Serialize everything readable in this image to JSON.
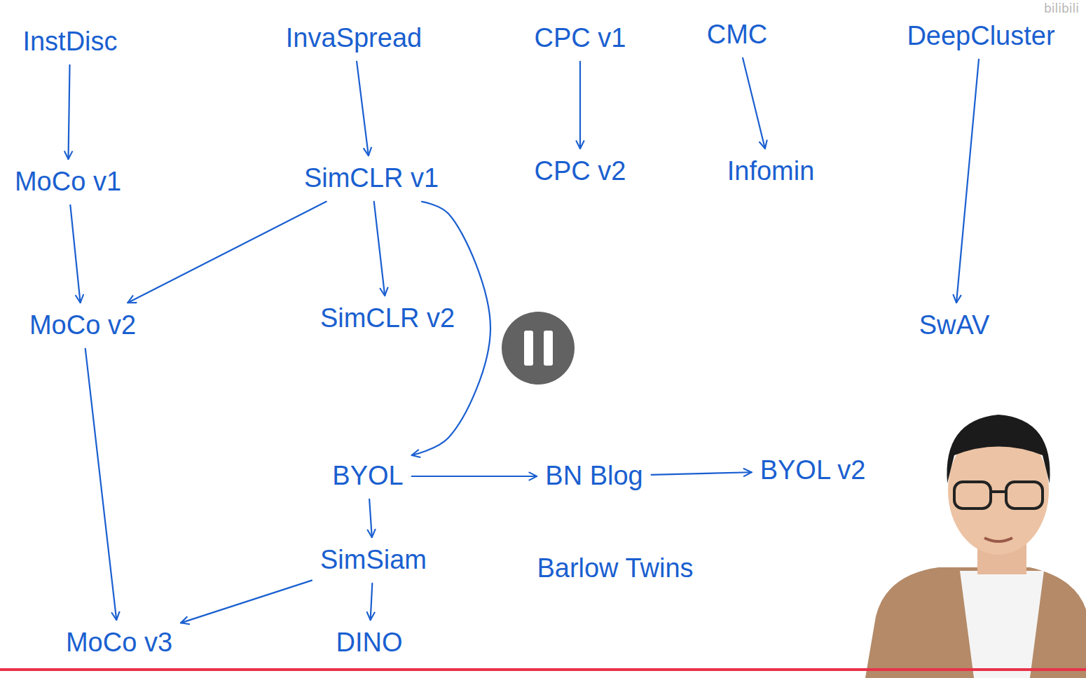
{
  "diagram": {
    "nodes": [
      {
        "text": [
          "InstDisc"
        ]
      },
      {
        "text": [
          "InvaSpread"
        ]
      },
      {
        "text": [
          "CPC v1"
        ]
      },
      {
        "text": [
          "CMC"
        ]
      },
      {
        "text": [
          "DeepCluster"
        ]
      },
      {
        "text": [
          "MoCo v1"
        ]
      },
      {
        "text": [
          "SimCLR v1"
        ]
      },
      {
        "text": [
          "CPC v2"
        ]
      },
      {
        "text": [
          "Infomin"
        ]
      },
      {
        "text": [
          "MoCo v2"
        ]
      },
      {
        "text": [
          "SimCLR v2"
        ]
      },
      {
        "text": [
          "SwAV"
        ]
      },
      {
        "text": [
          "BYOL"
        ]
      },
      {
        "text": [
          "BN Blog"
        ]
      },
      {
        "text": [
          "BYOL v2"
        ]
      },
      {
        "text": [
          "SimSiam"
        ]
      },
      {
        "text": [
          "Barlow Twins"
        ]
      },
      {
        "text": [
          "MoCo v3"
        ]
      },
      {
        "text": [
          "DINO"
        ]
      }
    ],
    "edges": [
      {
        "from": 0,
        "to": 5,
        "arrow": "to"
      },
      {
        "from": 5,
        "to": 9,
        "arrow": "to"
      },
      {
        "from": 1,
        "to": 6,
        "arrow": "to"
      },
      {
        "from": 2,
        "to": 7,
        "arrow": "to"
      },
      {
        "from": 3,
        "to": 8,
        "arrow": "to"
      },
      {
        "from": 4,
        "to": 11,
        "arrow": "to"
      },
      {
        "from": 6,
        "to": 9,
        "arrow": "to"
      },
      {
        "from": 6,
        "to": 10,
        "arrow": "to"
      },
      {
        "from": 6,
        "to": 12,
        "arrow": "to"
      },
      {
        "from": 9,
        "to": 17,
        "arrow": "to"
      },
      {
        "from": 12,
        "to": 13,
        "arrow": "to"
      },
      {
        "from": 13,
        "to": 14,
        "arrow": "to"
      },
      {
        "from": 12,
        "to": 15,
        "arrow": "to"
      },
      {
        "from": 15,
        "to": 17,
        "arrow": "to"
      },
      {
        "from": 15,
        "to": 18,
        "arrow": "to"
      }
    ],
    "labels": [
      "bilibili"
    ]
  }
}
